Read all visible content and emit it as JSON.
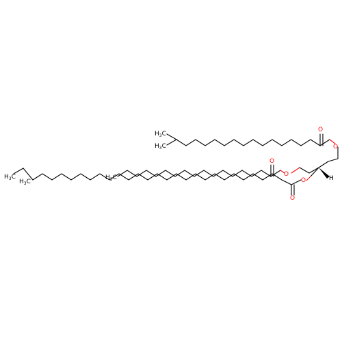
{
  "colors": {
    "background": "#ffffff",
    "carbon_bond": "#000000",
    "oxygen": "#ff0d0d"
  },
  "labels": {
    "oxygen": "O",
    "hydrogen": "H",
    "carbon": "C",
    "h3": "H",
    "h3_sub": "3"
  }
}
